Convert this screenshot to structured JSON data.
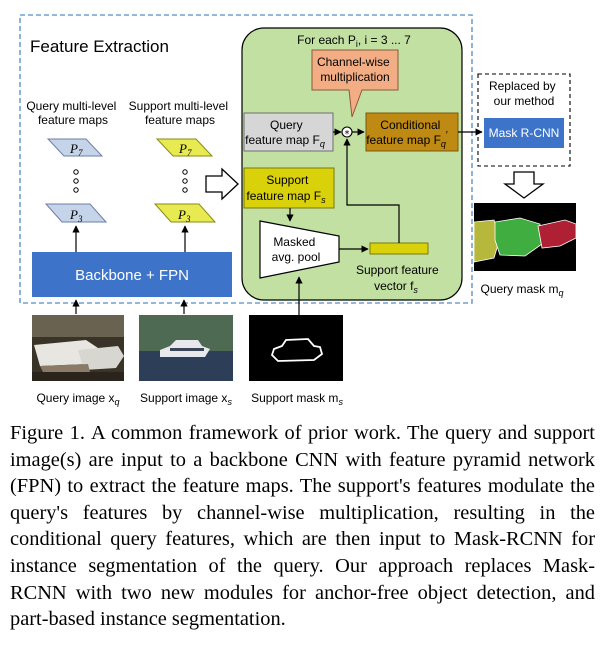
{
  "figure": {
    "section_title": "Feature Extraction",
    "query_levels_label": [
      "Query multi-level",
      "feature maps"
    ],
    "support_levels_label": [
      "Support multi-level",
      "feature maps"
    ],
    "p_top": "P",
    "p_top_sub": "7",
    "p_bottom": "P",
    "p_bottom_sub": "3",
    "backbone_label": "Backbone + FPN",
    "for_each_prefix": "For each P",
    "for_each_sub": "i",
    "for_each_suffix": ", i = 3 ... 7",
    "callout_label": [
      "Channel-wise",
      "multiplication"
    ],
    "multiply_symbol": "*",
    "query_fmap_label": [
      "Query",
      "feature map F"
    ],
    "query_fmap_sub": "q",
    "conditional_fmap_label": [
      "Conditional",
      "feature map F"
    ],
    "conditional_fmap_sub": "q",
    "conditional_fmap_prime": "′",
    "support_fmap_label": [
      "Support",
      "feature map F"
    ],
    "support_fmap_sub": "s",
    "pool_label": [
      "Masked",
      "avg. pool"
    ],
    "support_vector_label": [
      "Support feature",
      "vector f"
    ],
    "support_vector_sub": "s",
    "replaced_label": [
      "Replaced by",
      "our method"
    ],
    "mask_rcnn_label": "Mask R-CNN",
    "query_mask_label": "Query mask m",
    "query_mask_sub": "q",
    "query_image_label": "Query image x",
    "query_image_sub": "q",
    "support_image_label": "Support image x",
    "support_image_sub": "s",
    "support_mask_label": "Support mask m",
    "support_mask_sub": "s"
  },
  "caption": {
    "label": "Figure 1.",
    "text": "A common framework of prior work. The query and support image(s) are input to a backbone CNN with feature pyramid network (FPN) to extract the feature maps. The support's features modulate the query's features by channel-wise multiplication, resulting in the conditional query features, which are then input to Mask-RCNN for instance segmentation of the query. Our approach replaces Mask-RCNN with two new modules for anchor-free object detection, and part-based instance segmentation."
  },
  "colors": {
    "dashed_border": "#6fa0d3",
    "green_panel": "#c2e0a2",
    "blue_box": "#3d74c9",
    "gray_box": "#d6d6d6",
    "orange_box": "#bf8a14",
    "yellow_box": "#d9d10a",
    "callout": "#f3ad84",
    "query_pyramid": "#c6d4ea",
    "support_pyramid": "#e8ea52"
  }
}
